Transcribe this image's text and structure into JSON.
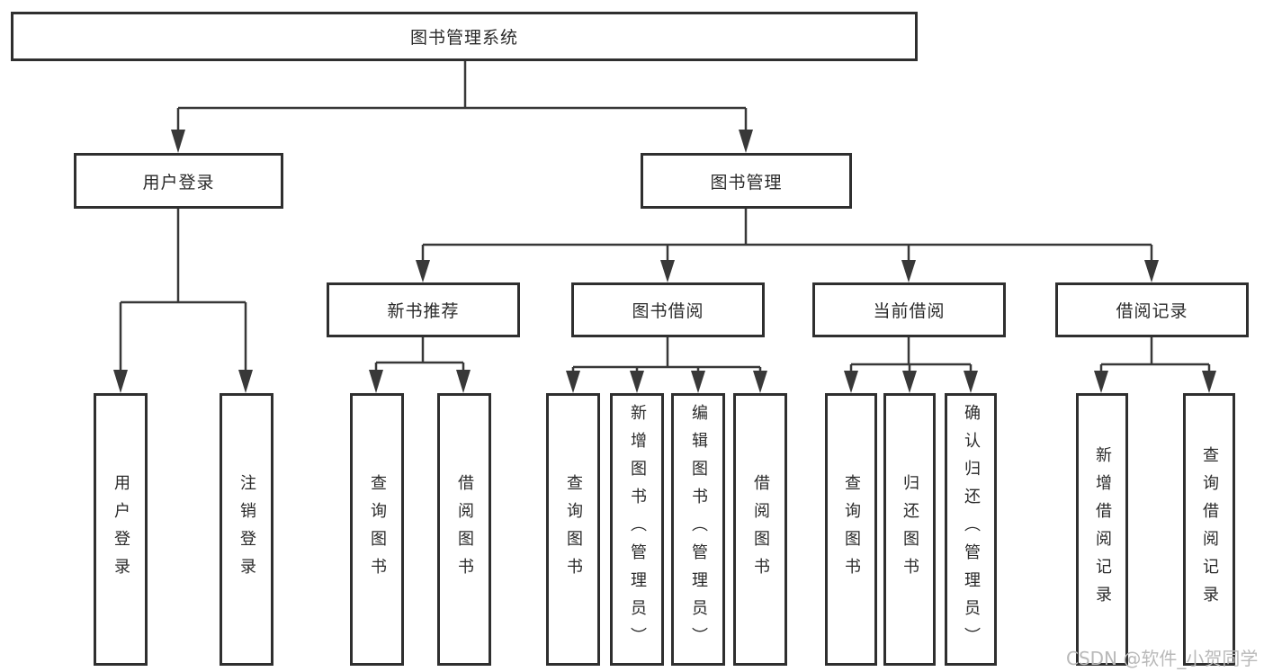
{
  "diagram": {
    "title": "图书管理系统",
    "root": {
      "label": "图书管理系统"
    },
    "level2": {
      "user_login": {
        "label": "用户登录"
      },
      "book_management": {
        "label": "图书管理"
      }
    },
    "level3": {
      "new_book_recommend": {
        "label": "新书推荐"
      },
      "book_borrow": {
        "label": "图书借阅"
      },
      "current_borrow": {
        "label": "当前借阅"
      },
      "borrow_records": {
        "label": "借阅记录"
      }
    },
    "leaves": {
      "user_login": [
        "用户登录",
        "注销登录"
      ],
      "new_book_recommend": [
        "查询图书",
        "借阅图书"
      ],
      "book_borrow": [
        "查询图书",
        "新增图书（管理员）",
        "编辑图书（管理员）",
        "借阅图书"
      ],
      "current_borrow": [
        "查询图书",
        "归还图书",
        "确认归还（管理员）"
      ],
      "borrow_records": [
        "新增借阅记录",
        "查询借阅记录"
      ]
    }
  },
  "watermark": "CSDN @软件_小贺同学",
  "colors": {
    "line": "#383838",
    "border": "#2f2f2f",
    "text": "#2a2a2a",
    "watermark": "#b9b9b9",
    "background": "#ffffff"
  }
}
